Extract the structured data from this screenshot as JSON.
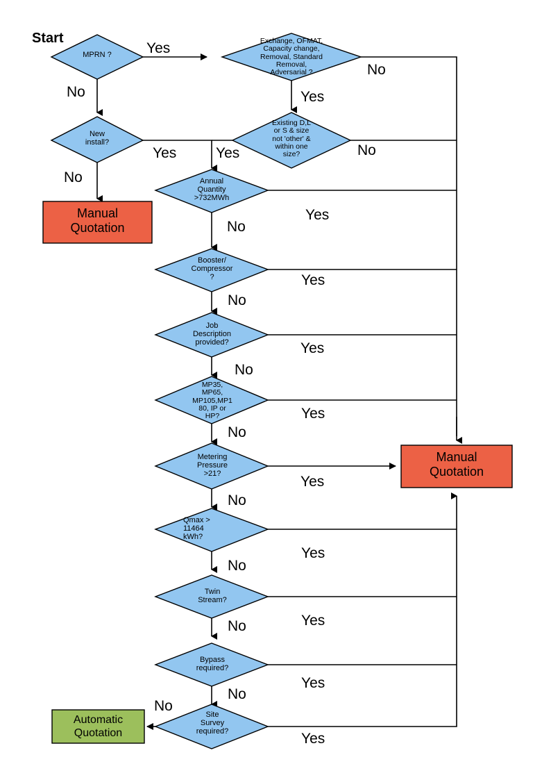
{
  "diagram": {
    "title_label": "Start",
    "colors": {
      "decision_fill": "#92C6F0",
      "decision_stroke": "#000000",
      "manual_fill": "#EC6145",
      "automatic_fill": "#9CBF5C",
      "line": "#000000",
      "background": "#FFFFFF"
    },
    "nodes": [
      {
        "id": "mprn",
        "type": "decision",
        "text": "MPRN ?"
      },
      {
        "id": "exchange",
        "type": "decision",
        "text": "Exchange, OFMAT,\nCapacity change,\nRemoval, Standard\nRemoval,\nAdversarial ?"
      },
      {
        "id": "new_install",
        "type": "decision",
        "text": "New\ninstall?"
      },
      {
        "id": "existing_dls",
        "type": "decision",
        "text": "Existing D,L\nor S & size\nnot 'other' &\nwithin one\nsize?"
      },
      {
        "id": "annual_qty",
        "type": "decision",
        "text": "Annual\nQuantity\n>732MWh"
      },
      {
        "id": "booster",
        "type": "decision",
        "text": "Booster/\nCompressor\n?"
      },
      {
        "id": "job_desc",
        "type": "decision",
        "text": "Job\nDescription\nprovided?"
      },
      {
        "id": "mp_pressure",
        "type": "decision",
        "text": "MP35,\nMP65,\nMP105,MP1\n80, IP or\nHP?"
      },
      {
        "id": "metering",
        "type": "decision",
        "text": "Metering\nPressure\n>21?"
      },
      {
        "id": "qmax",
        "type": "decision",
        "text": "Qmax >\n11464\nkWh?"
      },
      {
        "id": "twin_stream",
        "type": "decision",
        "text": "Twin\nStream?"
      },
      {
        "id": "bypass",
        "type": "decision",
        "text": "Bypass\nrequired?"
      },
      {
        "id": "site_survey",
        "type": "decision",
        "text": "Site\nSurvey\nrequired?"
      },
      {
        "id": "manual_left",
        "type": "terminal",
        "text": "Manual\nQuotation"
      },
      {
        "id": "manual_right",
        "type": "terminal",
        "text": "Manual\nQuotation"
      },
      {
        "id": "automatic",
        "type": "terminal",
        "text": "Automatic\nQuotation"
      }
    ],
    "edge_labels": {
      "mprn_yes": "Yes",
      "mprn_no": "No",
      "exchange_no": "No",
      "exchange_yes": "Yes",
      "new_install_yes": "Yes",
      "new_install_no": "No",
      "existing_yes": "Yes",
      "existing_no": "No",
      "annual_yes": "Yes",
      "annual_no": "No",
      "booster_yes": "Yes",
      "booster_no": "No",
      "job_yes": "Yes",
      "job_no": "No",
      "mp_yes": "Yes",
      "mp_no": "No",
      "metering_yes": "Yes",
      "metering_no": "No",
      "qmax_yes": "Yes",
      "qmax_no": "No",
      "twin_yes": "Yes",
      "twin_no": "No",
      "bypass_yes": "Yes",
      "bypass_no": "No",
      "site_yes": "Yes",
      "site_no": "No"
    }
  }
}
